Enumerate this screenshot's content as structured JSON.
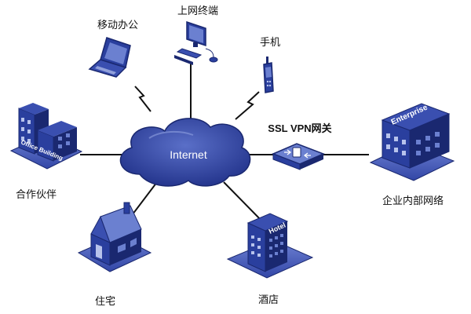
{
  "center": {
    "label": "Internet"
  },
  "nodes": {
    "mobile_office": {
      "label": "移动办公"
    },
    "terminal": {
      "label": "上网终端"
    },
    "phone": {
      "label": "手机"
    },
    "gateway": {
      "label": "SSL VPN网关"
    },
    "enterprise": {
      "label": "企业内部网络",
      "sign": "Enterprise"
    },
    "partner": {
      "label": "合作伙伴",
      "sign": "Office Building"
    },
    "home": {
      "label": "住宅"
    },
    "hotel": {
      "label": "酒店",
      "sign": "Hotel"
    }
  },
  "colors": {
    "primary": "#2a3f9e",
    "dark": "#1a2870",
    "light": "#6b80d0",
    "pale": "#b7c3ec",
    "line": "#111111"
  }
}
